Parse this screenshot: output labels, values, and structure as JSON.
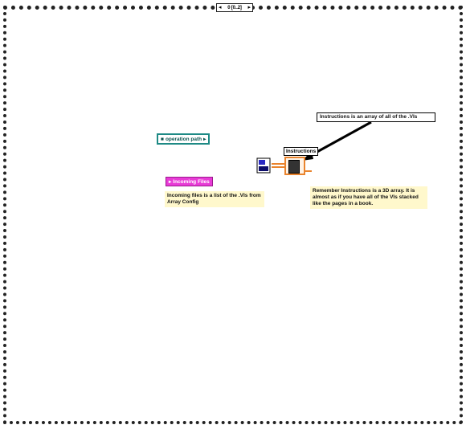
{
  "case_selector": {
    "label": "0 [0..2]",
    "left_icon": "decrement-arrow",
    "right_icon": "increment-arrow"
  },
  "comments": {
    "instructions_array": "Instructions is an array of all of the .VIs",
    "incoming_files": "Incoming files is a list of the .VIs from Array Config",
    "remember": "Remember Instructions is a 3D array. It is almost as if you have all of the VIs stacked like the pages in a book."
  },
  "terminals": {
    "operation_path": "operation path",
    "incoming_files": "Incoming Files",
    "instructions": "Instructions"
  },
  "colors": {
    "path_terminal": "#1e8a85",
    "array_terminal": "#e83bd6",
    "wire_orange": "#e9842e",
    "comment_bg": "#fff8cc"
  }
}
